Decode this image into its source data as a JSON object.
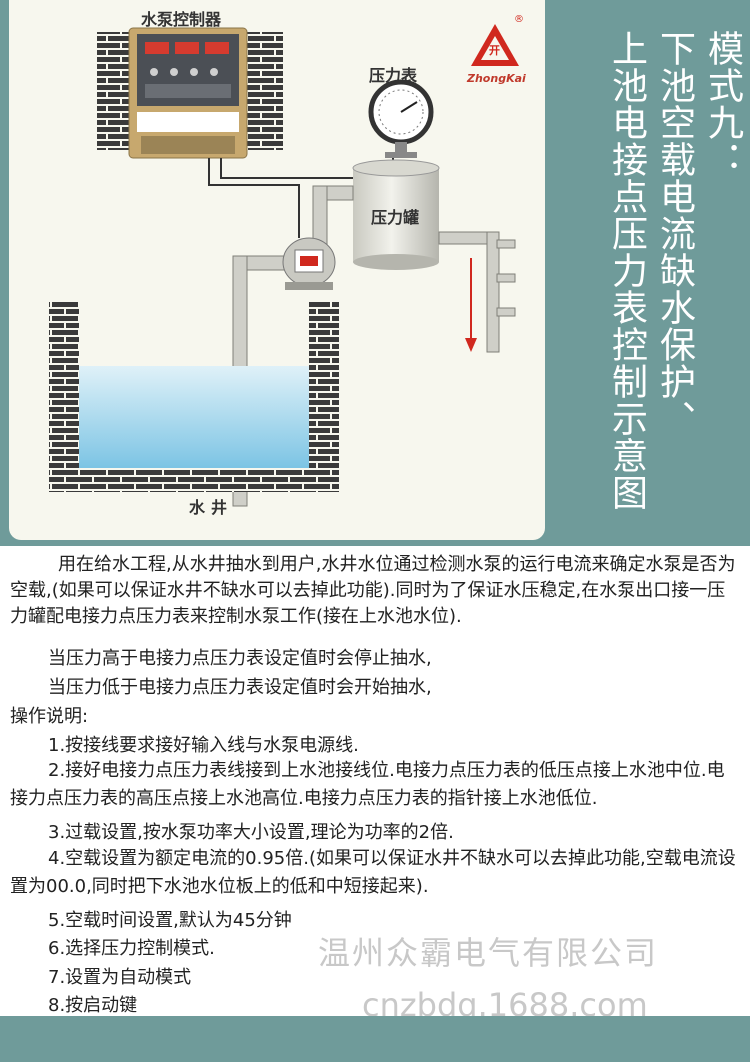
{
  "diagram": {
    "controller_label": "水泵控制器",
    "gauge_label": "压力表",
    "tank_label": "压力罐",
    "well_label": "水井",
    "logo_text": "ZhongKai",
    "logo_char": "开",
    "logo_mark": "®"
  },
  "title": {
    "line1": "模式九：",
    "line2": "下池空载电流缺水保护、",
    "line3": "上池电接点压力表控制示意图"
  },
  "body": {
    "intro": "用在给水工程,从水井抽水到用户,水井水位通过检测水泵的运行电流来确定水泵是否为空载,(如果可以保证水井不缺水可以去掉此功能).同时为了保证水压稳定,在水泵出口接一压力罐配电接力点压力表来控制水泵工作(接在上水池水位).",
    "stop_rule": "当压力高于电接力点压力表设定值时会停止抽水,",
    "start_rule": "当压力低于电接力点压力表设定值时会开始抽水,",
    "ops_heading": "操作说明:",
    "steps": [
      "1.按接线要求接好输入线与水泵电源线.",
      "2.接好电接力点压力表线接到上水池接线位.电接力点压力表的低压点接上水池中位.电接力点压力表的高压点接上水池高位.电接力点压力表的指针接上水池低位.",
      "3.过载设置,按水泵功率大小设置,理论为功率的2倍.",
      "4.空载设置为额定电流的0.95倍.(如果可以保证水井不缺水可以去掉此功能,空载电流设置为00.0,同时把下水池水位板上的低和中短接起来).",
      "5.空载时间设置,默认为45分钟",
      "6.选择压力控制模式.",
      "7.设置为自动模式",
      "8.按启动键"
    ]
  },
  "watermark": {
    "company": "温州众霸电气有限公司",
    "site": "cnzbdq.1688.com"
  },
  "colors": {
    "band": "#6f9b9a",
    "panel": "#f7f7ee",
    "brick": "#3a3a3a",
    "water": "#bfe3f2",
    "arrow": "#d0281e"
  }
}
